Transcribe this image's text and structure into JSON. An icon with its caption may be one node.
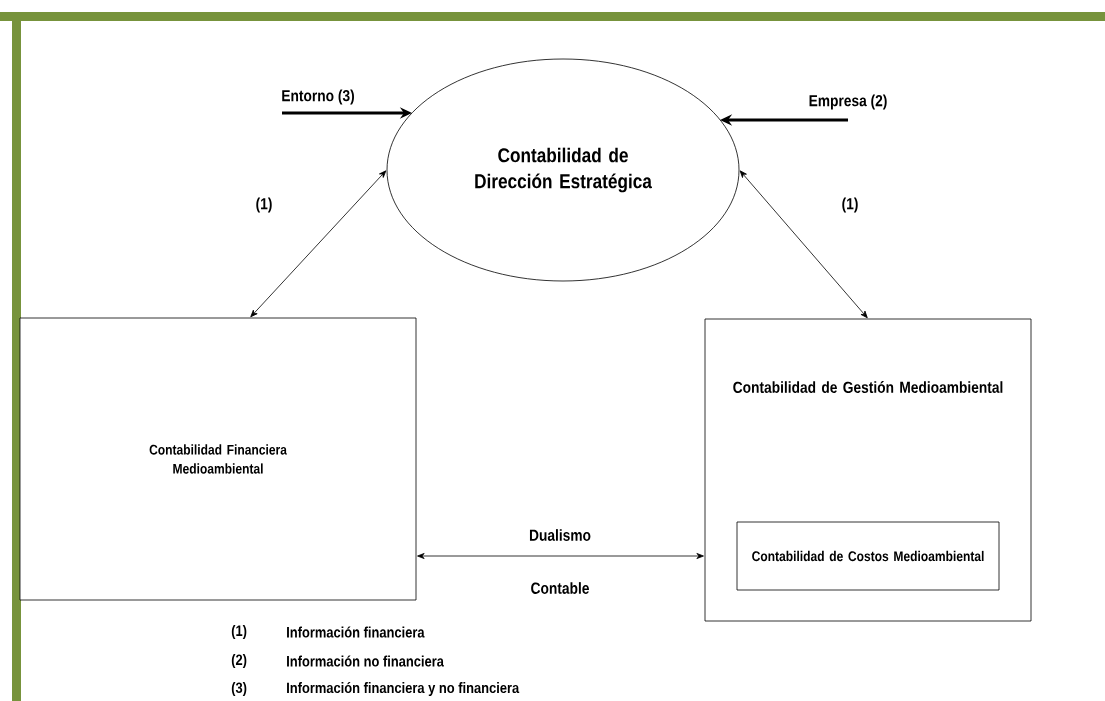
{
  "diagram": {
    "nodes": [
      {
        "text": [
          "Contabilidad de Dirección Estratégica"
        ]
      },
      {
        "text": [
          "Contabilidad Financiera Medioambiental"
        ]
      },
      {
        "text": [
          "Contabilidad de Gestión Medioambiental"
        ]
      },
      {
        "text": [
          "Contabilidad de Costos Medioambiental"
        ],
        "in": 2
      }
    ],
    "edges": [
      {
        "from": null,
        "to": 0,
        "arrow": "to",
        "style": "thick",
        "label": "Entorno (3)"
      },
      {
        "from": null,
        "to": 0,
        "arrow": "to",
        "style": "thick",
        "label": "Empresa (2)"
      },
      {
        "from": 1,
        "to": 0,
        "arrow": "both",
        "label": "(1)"
      },
      {
        "from": 2,
        "to": 0,
        "arrow": "both",
        "label": "(1)"
      },
      {
        "from": 1,
        "to": 2,
        "arrow": "both"
      }
    ],
    "labels": [
      "Dualismo",
      "Contable",
      "(1)",
      "Información financiera",
      "(2)",
      "Información no financiera",
      "(3)",
      "Información financiera y no financiera"
    ]
  }
}
